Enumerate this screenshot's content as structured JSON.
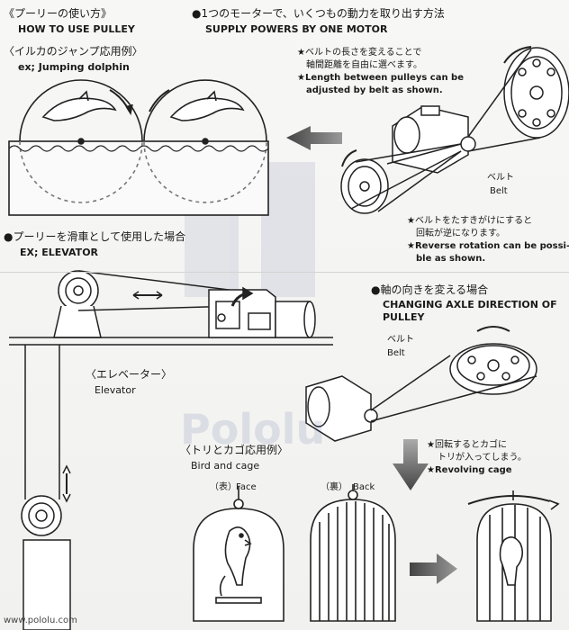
{
  "how_to": {
    "jp": "《プーリーの使い方》",
    "en": "HOW TO USE PULLEY"
  },
  "dolphin": {
    "jp": "〈イルカのジャンプ応用例〉",
    "en": "ex; Jumping dolphin"
  },
  "supply": {
    "jp": "●1つのモーターで、いくつもの動力を取り出す方法",
    "en": "SUPPLY POWERS BY ONE MOTOR",
    "note1_jp1": "★ベルトの長さを変えることで",
    "note1_jp2": "軸間距離を自由に選べます。",
    "note1_en1": "★Length between pulleys can be",
    "note1_en2": "adjusted by belt as shown.",
    "belt_jp": "ベルト",
    "belt_en": "Belt",
    "note2_jp1": "★ベルトをたすきがけにすると",
    "note2_jp2": "回転が逆になります。",
    "note2_en1": "★Reverse rotation can be possi-",
    "note2_en2": "ble as shown."
  },
  "elevator": {
    "jp": "●プーリーを滑車として使用した場合",
    "en": "EX; ELEVATOR",
    "label_jp": "〈エレベーター〉",
    "label_en": "Elevator"
  },
  "axle": {
    "jp": "●軸の向きを変える場合",
    "en1": "CHANGING AXLE DIRECTION OF",
    "en2": "PULLEY",
    "belt_jp": "ベルト",
    "belt_en": "Belt"
  },
  "bird": {
    "jp": "〈トリとカゴ応用例〉",
    "en": "Bird and cage",
    "face_jp": "（表）",
    "face_en": "Face",
    "back_jp": "（裏）",
    "back_en": "Back",
    "note_jp1": "★回転するとカゴに",
    "note_jp2": "トリが入ってしまう。",
    "note_en": "★Revolving cage"
  },
  "footer": {
    "url": "www.pololu.com",
    "watermark": "Pololu"
  },
  "colors": {
    "ink": "#1a1a1a",
    "paper": "#f3f3f1",
    "arrow": "#5a5a5a"
  }
}
